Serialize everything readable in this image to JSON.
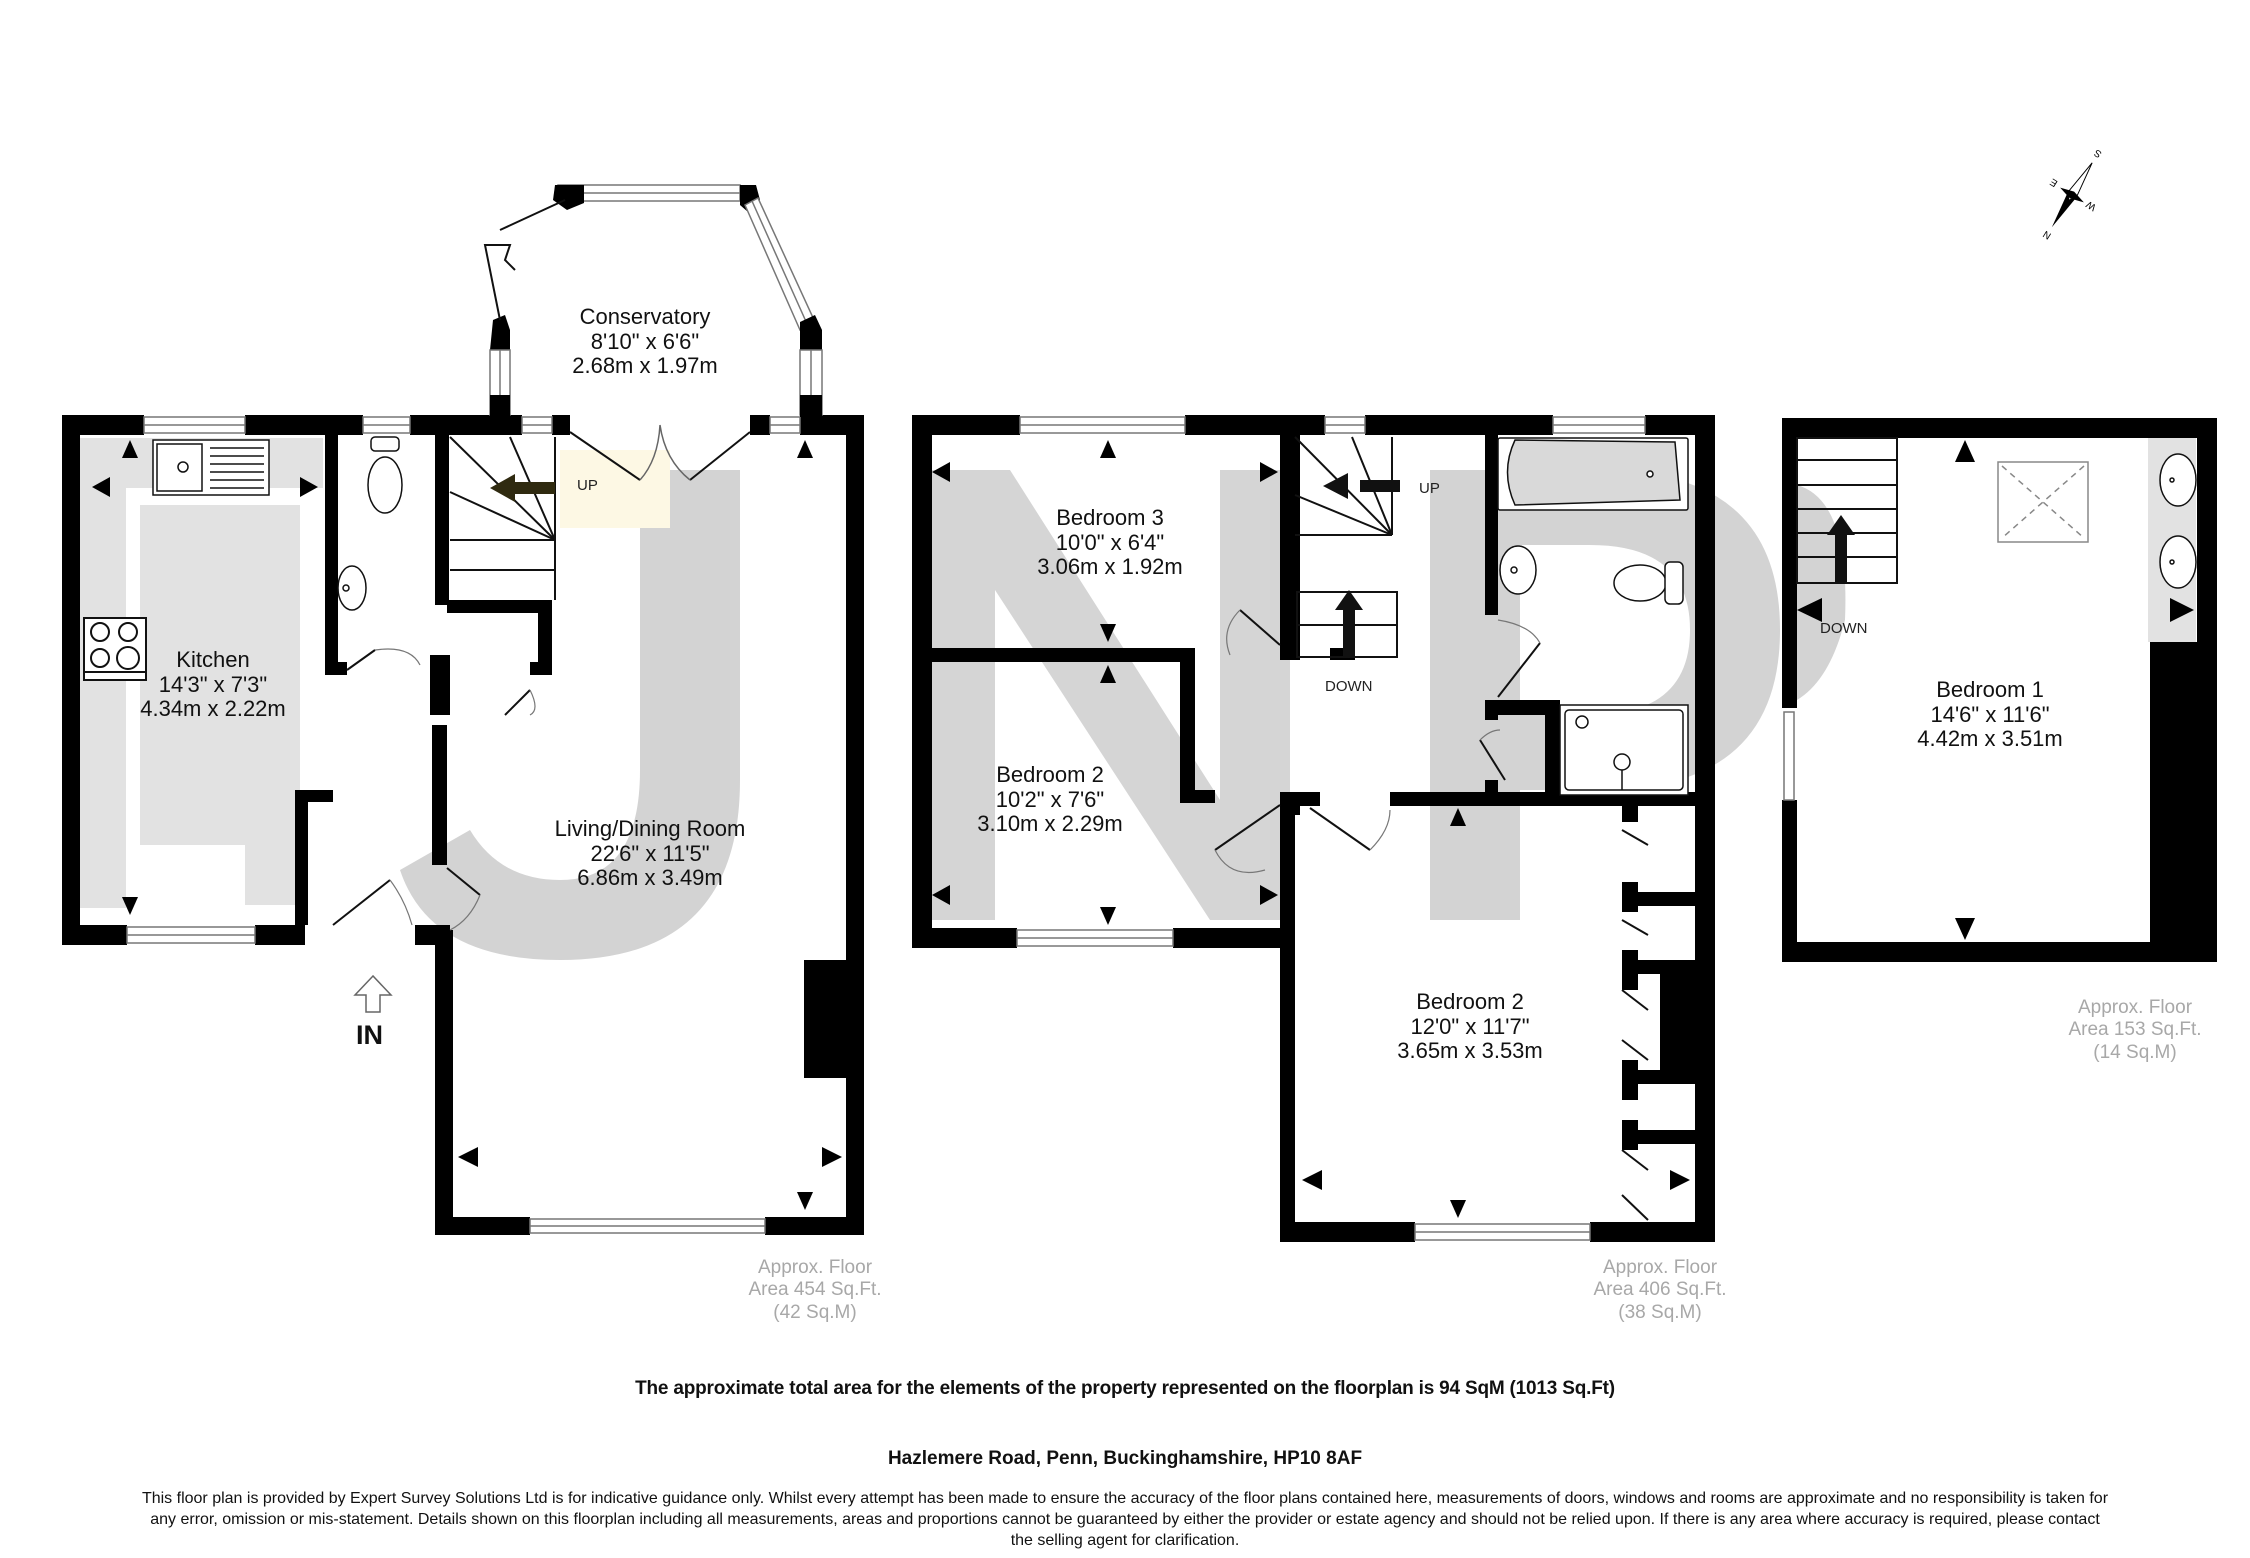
{
  "document": {
    "type": "floorplan",
    "address": "Hazlemere Road, Penn, Buckinghamshire, HP10 8AF",
    "total_area_statement": "The approximate total area for the elements of the property represented on the floorplan is 94 SqM (1013 Sq.Ft)",
    "disclaimer_lines": [
      "This floor plan is provided by Expert Survey Solutions Ltd is for indicative guidance only. Whilst every attempt has been made to ensure the accuracy of the floor plans contained here, measurements of doors, windows and rooms are approximate and no responsibility is taken for",
      "any error, omission or mis-statement. Details shown on this floorplan including all measurements, areas and proportions cannot be guaranteed by either the provider or estate agency and should not be relied upon.  If there is any area where accuracy is required, please contact",
      "the selling agent for clarification."
    ],
    "colors": {
      "wall": "#000000",
      "room_fill": "#ffffff",
      "watermark": "#d3d3d3",
      "worktop": "#e2e2e2",
      "stair_highlight": "#fdf8e4",
      "area_text": "#a8a8a8"
    }
  },
  "compass": {
    "icon": "compass-rose-icon",
    "labels": [
      "N",
      "E",
      "S",
      "W"
    ]
  },
  "entrance": {
    "label": "IN",
    "icon": "entrance-arrow-icon"
  },
  "floors": [
    {
      "id": "ground",
      "area": {
        "line1": "Approx. Floor",
        "line2": "Area 454 Sq.Ft.",
        "line3": "(42 Sq.M)"
      },
      "stairs_label": "UP",
      "rooms": [
        {
          "name": "Conservatory",
          "imperial": "8'10\"  x 6'6\"",
          "metric": "2.68m  x 1.97m"
        },
        {
          "name": "Kitchen",
          "imperial": "14'3\"  x 7'3\"",
          "metric": "4.34m  x 2.22m"
        },
        {
          "name": "Living/Dining Room",
          "imperial": "22'6\"  x 11'5\"",
          "metric": "6.86m  x 3.49m"
        }
      ]
    },
    {
      "id": "first",
      "area": {
        "line1": "Approx. Floor",
        "line2": "Area 406 Sq.Ft.",
        "line3": "(38 Sq.M)"
      },
      "stairs_up_label": "UP",
      "stairs_down_label": "DOWN",
      "rooms": [
        {
          "name": "Bedroom 3",
          "imperial": "10'0\"  x 6'4\"",
          "metric": "3.06m  x 1.92m"
        },
        {
          "name": "Bedroom 2",
          "imperial": "10'2\"  x 7'6\"",
          "metric": "3.10m  x 2.29m"
        },
        {
          "name": "Bedroom 2",
          "imperial": "12'0\"  x 11'7\"",
          "metric": "3.65m  x 3.53m"
        }
      ]
    },
    {
      "id": "second",
      "area": {
        "line1": "Approx. Floor",
        "line2": "Area 153 Sq.Ft.",
        "line3": "(14 Sq.M)"
      },
      "stairs_down_label": "DOWN",
      "rooms": [
        {
          "name": "Bedroom 1",
          "imperial": "14'6\"  x 11'6\"",
          "metric": "4.42m  x 3.51m"
        }
      ]
    }
  ]
}
